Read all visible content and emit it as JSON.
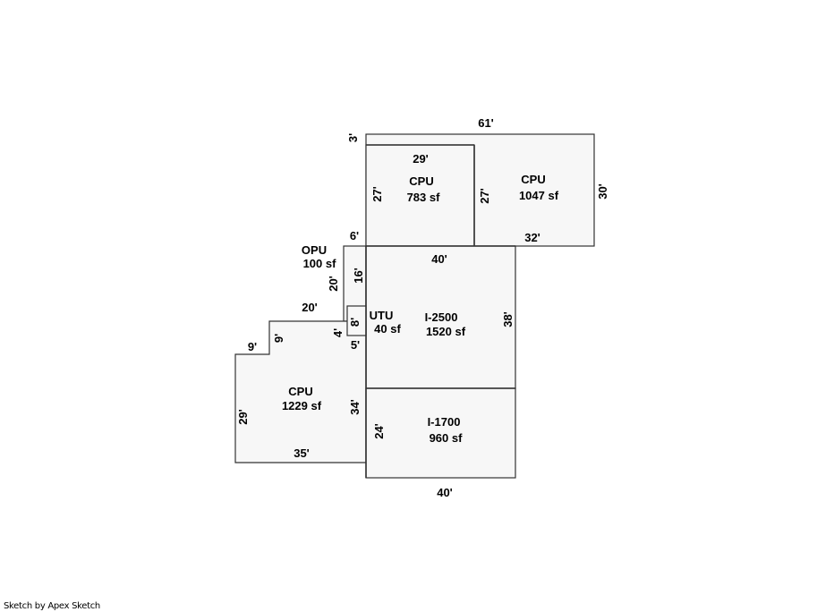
{
  "areas": {
    "cpu_top_left": {
      "code": "CPU",
      "area": "783 sf"
    },
    "cpu_top_right": {
      "code": "CPU",
      "area": "1047 sf"
    },
    "opu": {
      "code": "OPU",
      "area": "100 sf"
    },
    "utu": {
      "code": "UTU",
      "area": "40 sf"
    },
    "i2500": {
      "code": "I-2500",
      "area": "1520 sf"
    },
    "cpu_left": {
      "code": "CPU",
      "area": "1229 sf"
    },
    "i1700": {
      "code": "I-1700",
      "area": "960 sf"
    }
  },
  "dimensions": {
    "top_61": "61'",
    "left_3": "3'",
    "cpu_tl_top_29": "29'",
    "cpu_tl_side_27": "27'",
    "cpu_mid_27": "27'",
    "cpu_tr_side_30": "30'",
    "cpu_tr_bottom_32": "32'",
    "opu_top_6": "6'",
    "i2500_top_40": "40'",
    "opu_side_20": "20'",
    "opu_side_16": "16'",
    "i2500_side_38": "38'",
    "cpu_l_top_20": "20'",
    "utu_side_8": "8'",
    "step_9_vertical": "9'",
    "step_9_horizontal": "9'",
    "utu_bottom_4": "4'",
    "utu_5": "5'",
    "cpu_l_side_29": "29'",
    "cpu_l_side_34": "34'",
    "i1700_side_24": "24'",
    "cpu_l_bottom_35": "35'",
    "bottom_40": "40'"
  },
  "footer": "Sketch by Apex Sketch"
}
